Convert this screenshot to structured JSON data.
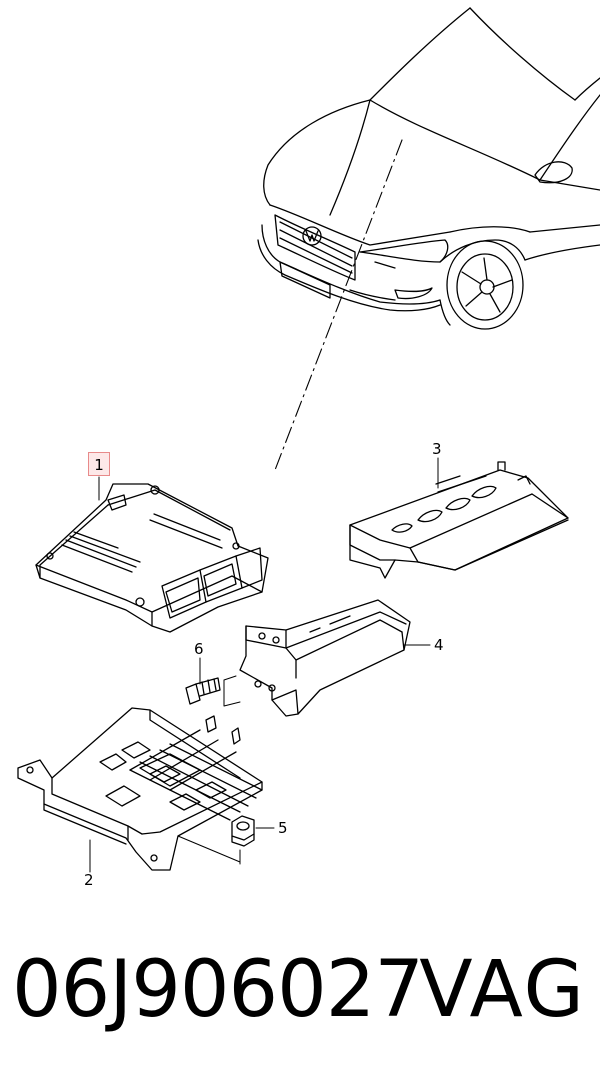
{
  "callouts": {
    "c1": "1",
    "c2": "2",
    "c3": "3",
    "c4": "4",
    "c5": "5",
    "c6": "6"
  },
  "footer": {
    "part_number": "06J906027",
    "brand": "VAG"
  }
}
